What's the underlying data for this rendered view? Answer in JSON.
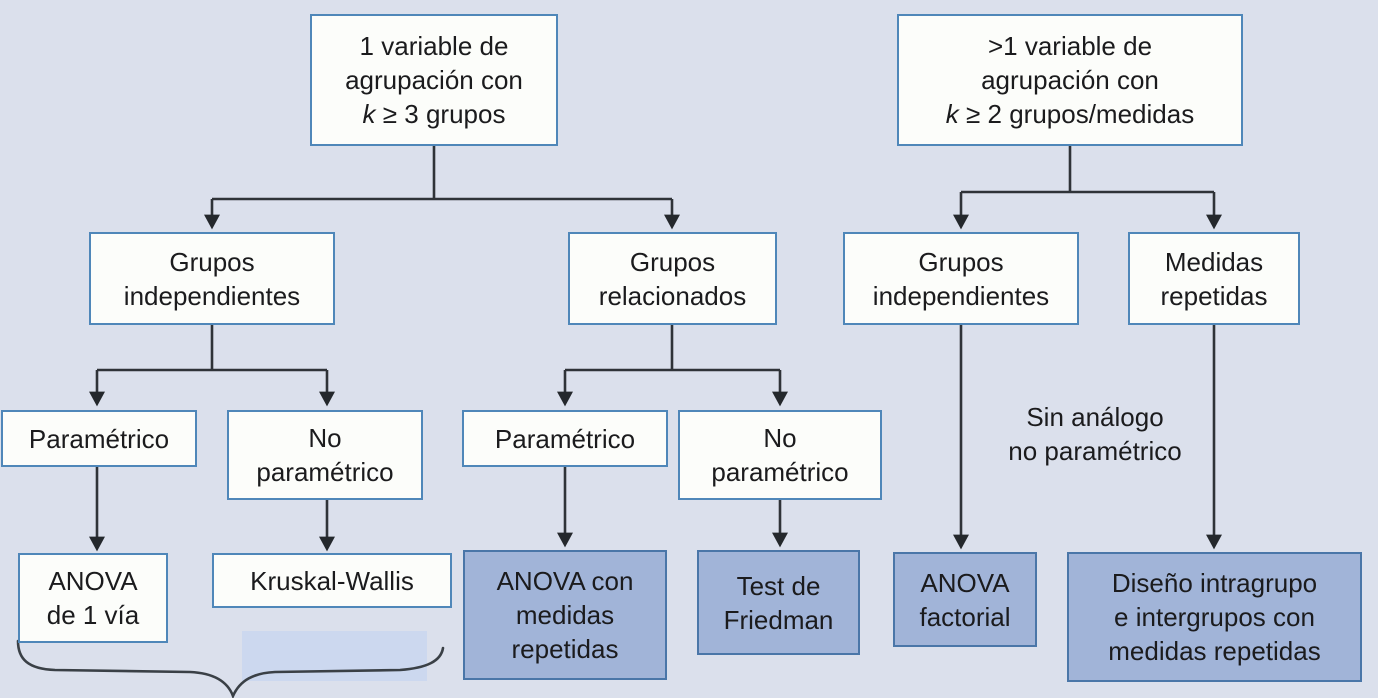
{
  "diagram": {
    "language": "es",
    "colors": {
      "background": "#dbe0ec",
      "decision_fill": "#fcfdfa",
      "decision_border": "#4f87b9",
      "result_fill": "#a1b4d8",
      "result_border": "#4a76a8",
      "connector": "#2f3338",
      "text": "#1b1b1d",
      "highlight_fill": "#ccd8ef"
    },
    "nodes": [
      {
        "id": "root-1-variable",
        "kind": "decision",
        "lines": [
          "1 variable de",
          "agrupación con",
          "k ≥ 3 grupos"
        ]
      },
      {
        "id": "root-mas-1-variable",
        "kind": "decision",
        "lines": [
          ">1 variable de",
          "agrupación con",
          "k ≥ 2 grupos/medidas"
        ]
      },
      {
        "id": "grupos-independientes-izq",
        "kind": "decision",
        "lines": [
          "Grupos",
          "independientes"
        ]
      },
      {
        "id": "grupos-relacionados",
        "kind": "decision",
        "lines": [
          "Grupos",
          "relacionados"
        ]
      },
      {
        "id": "grupos-independientes-der",
        "kind": "decision",
        "lines": [
          "Grupos",
          "independientes"
        ]
      },
      {
        "id": "medidas-repetidas",
        "kind": "decision",
        "lines": [
          "Medidas",
          "repetidas"
        ]
      },
      {
        "id": "parametrico-1",
        "kind": "decision",
        "lines": [
          "Paramétrico"
        ]
      },
      {
        "id": "no-parametrico-1",
        "kind": "decision",
        "lines": [
          "No",
          "paramétrico"
        ]
      },
      {
        "id": "parametrico-2",
        "kind": "decision",
        "lines": [
          "Paramétrico"
        ]
      },
      {
        "id": "no-parametrico-2",
        "kind": "decision",
        "lines": [
          "No",
          "paramétrico"
        ]
      },
      {
        "id": "anova-1-via",
        "kind": "decision",
        "lines": [
          "ANOVA",
          "de 1 vía"
        ]
      },
      {
        "id": "kruskal-wallis",
        "kind": "decision",
        "lines": [
          "Kruskal-Wallis"
        ]
      },
      {
        "id": "anova-medidas-repetidas",
        "kind": "result",
        "lines": [
          "ANOVA con",
          "medidas",
          "repetidas"
        ]
      },
      {
        "id": "test-de-friedman",
        "kind": "result",
        "lines": [
          "Test de",
          "Friedman"
        ]
      },
      {
        "id": "anova-factorial",
        "kind": "result",
        "lines": [
          "ANOVA",
          "factorial"
        ]
      },
      {
        "id": "diseno-intragrupo",
        "kind": "result",
        "lines": [
          "Diseño intragrupo",
          "e intergrupos con",
          "medidas repetidas"
        ]
      }
    ],
    "note": {
      "id": "sin-analogo",
      "lines": [
        "Sin análogo",
        "no paramétrico"
      ]
    },
    "edges": [
      {
        "from": "root-1-variable",
        "to": "grupos-independientes-izq"
      },
      {
        "from": "root-1-variable",
        "to": "grupos-relacionados"
      },
      {
        "from": "root-mas-1-variable",
        "to": "grupos-independientes-der"
      },
      {
        "from": "root-mas-1-variable",
        "to": "medidas-repetidas"
      },
      {
        "from": "grupos-independientes-izq",
        "to": "parametrico-1"
      },
      {
        "from": "grupos-independientes-izq",
        "to": "no-parametrico-1"
      },
      {
        "from": "grupos-relacionados",
        "to": "parametrico-2"
      },
      {
        "from": "grupos-relacionados",
        "to": "no-parametrico-2"
      },
      {
        "from": "parametrico-1",
        "to": "anova-1-via"
      },
      {
        "from": "no-parametrico-1",
        "to": "kruskal-wallis"
      },
      {
        "from": "parametrico-2",
        "to": "anova-medidas-repetidas"
      },
      {
        "from": "no-parametrico-2",
        "to": "test-de-friedman"
      },
      {
        "from": "grupos-independientes-der",
        "to": "anova-factorial"
      },
      {
        "from": "medidas-repetidas",
        "to": "diseno-intragrupo"
      }
    ],
    "brace": {
      "spans": [
        "anova-1-via",
        "kruskal-wallis"
      ],
      "direction": "down"
    }
  }
}
